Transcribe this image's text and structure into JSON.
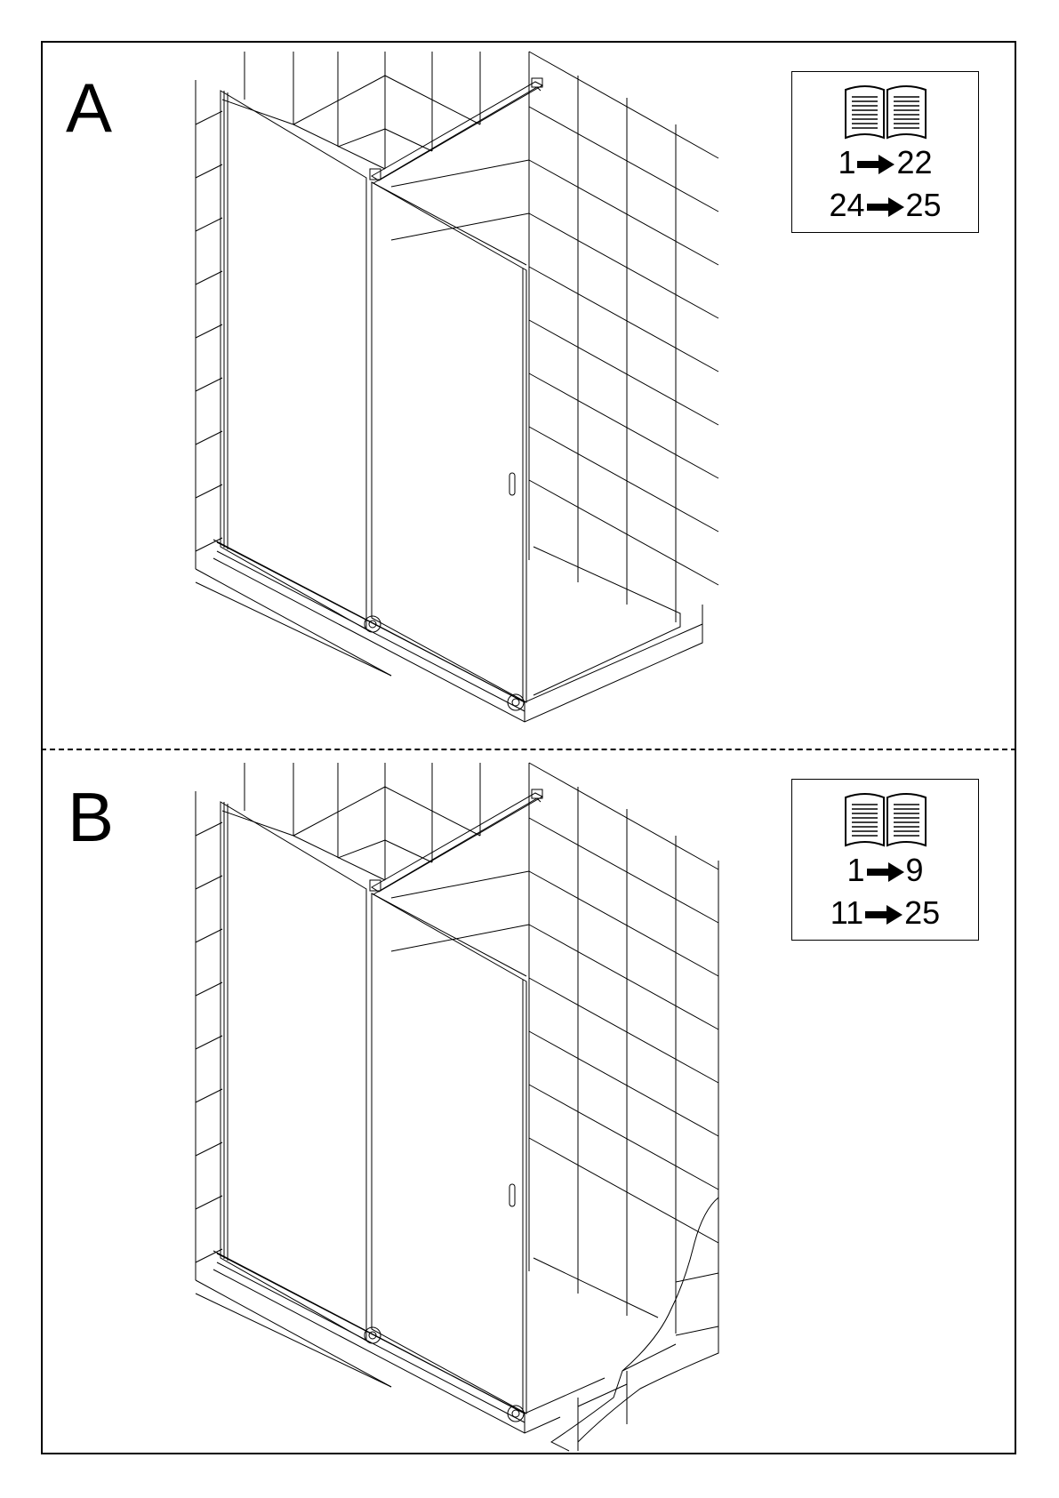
{
  "panels": [
    {
      "letter": "A",
      "references": [
        {
          "from": "1",
          "to": "22"
        },
        {
          "from": "24",
          "to": "25"
        }
      ],
      "wall_covering": "tiled"
    },
    {
      "letter": "B",
      "references": [
        {
          "from": "1",
          "to": "9"
        },
        {
          "from": "11",
          "to": "25"
        }
      ],
      "wall_covering": "tiled-with-peeling-corner"
    }
  ],
  "icons": {
    "manual": "open-book-icon",
    "step_arrow": "right-arrow-icon"
  },
  "colors": {
    "line": "#000000",
    "background": "#ffffff"
  }
}
